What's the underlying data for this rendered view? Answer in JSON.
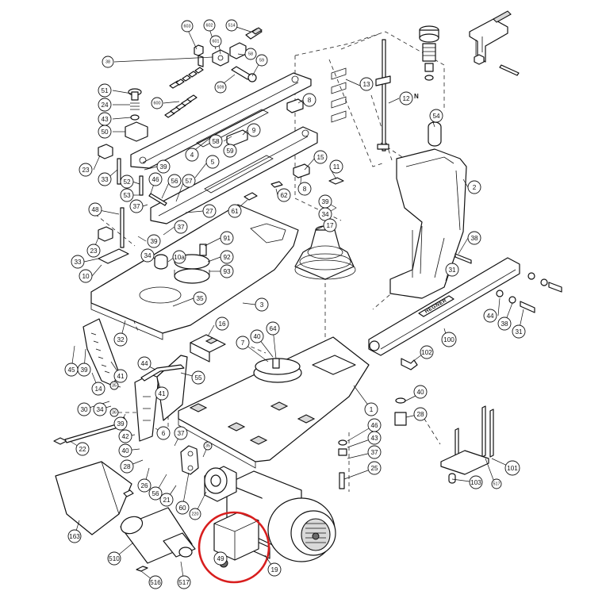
{
  "diagram": {
    "brand_plate": "HEGNER",
    "north_marker": "N",
    "highlighted_part": "49",
    "colors": {
      "line": "#111111",
      "highlight": "#d81e1e",
      "background": "#ffffff"
    },
    "callouts": [
      {
        "id": "c603",
        "label": "603"
      },
      {
        "id": "c602",
        "label": "602"
      },
      {
        "id": "c514",
        "label": "514"
      },
      {
        "id": "c601",
        "label": "601"
      },
      {
        "id": "c58a",
        "label": "58"
      },
      {
        "id": "c59a",
        "label": "59"
      },
      {
        "id": "c38a",
        "label": "38"
      },
      {
        "id": "c509",
        "label": "509"
      },
      {
        "id": "c600",
        "label": "600"
      },
      {
        "id": "c51",
        "label": "51"
      },
      {
        "id": "c24",
        "label": "24"
      },
      {
        "id": "c43a",
        "label": "43"
      },
      {
        "id": "c50",
        "label": "50"
      },
      {
        "id": "c13",
        "label": "13"
      },
      {
        "id": "c12",
        "label": "12"
      },
      {
        "id": "c8a",
        "label": "8"
      },
      {
        "id": "c54",
        "label": "54"
      },
      {
        "id": "c9",
        "label": "9"
      },
      {
        "id": "c4",
        "label": "4"
      },
      {
        "id": "c58b",
        "label": "58"
      },
      {
        "id": "c59b",
        "label": "59"
      },
      {
        "id": "c23a",
        "label": "23"
      },
      {
        "id": "c33a",
        "label": "33"
      },
      {
        "id": "c39a",
        "label": "39"
      },
      {
        "id": "c5",
        "label": "5"
      },
      {
        "id": "c15",
        "label": "15"
      },
      {
        "id": "c11",
        "label": "11"
      },
      {
        "id": "c52",
        "label": "52"
      },
      {
        "id": "c46a",
        "label": "46"
      },
      {
        "id": "c56a",
        "label": "56"
      },
      {
        "id": "c57",
        "label": "57"
      },
      {
        "id": "c8b",
        "label": "8"
      },
      {
        "id": "c62",
        "label": "62"
      },
      {
        "id": "c2",
        "label": "2"
      },
      {
        "id": "c53",
        "label": "53"
      },
      {
        "id": "c48",
        "label": "48"
      },
      {
        "id": "c37a",
        "label": "37"
      },
      {
        "id": "c27",
        "label": "27"
      },
      {
        "id": "c61",
        "label": "61"
      },
      {
        "id": "c39b",
        "label": "39"
      },
      {
        "id": "c34a",
        "label": "34"
      },
      {
        "id": "c17",
        "label": "17"
      },
      {
        "id": "c37b",
        "label": "37"
      },
      {
        "id": "c23b",
        "label": "23"
      },
      {
        "id": "c39c",
        "label": "39"
      },
      {
        "id": "c91",
        "label": "91"
      },
      {
        "id": "c38b",
        "label": "38"
      },
      {
        "id": "c33b",
        "label": "33"
      },
      {
        "id": "c34b",
        "label": "34"
      },
      {
        "id": "c10a",
        "label": "10a"
      },
      {
        "id": "c92",
        "label": "92"
      },
      {
        "id": "c31a",
        "label": "31"
      },
      {
        "id": "c10",
        "label": "10"
      },
      {
        "id": "c93",
        "label": "93"
      },
      {
        "id": "c35a",
        "label": "35"
      },
      {
        "id": "c3",
        "label": "3"
      },
      {
        "id": "c44a",
        "label": "44"
      },
      {
        "id": "c38c",
        "label": "38"
      },
      {
        "id": "c31b",
        "label": "31"
      },
      {
        "id": "c32",
        "label": "32"
      },
      {
        "id": "c16",
        "label": "16"
      },
      {
        "id": "c64",
        "label": "64"
      },
      {
        "id": "c100",
        "label": "100"
      },
      {
        "id": "c7",
        "label": "7"
      },
      {
        "id": "c40a",
        "label": "40"
      },
      {
        "id": "c45",
        "label": "45"
      },
      {
        "id": "c39d",
        "label": "39"
      },
      {
        "id": "c44b",
        "label": "44"
      },
      {
        "id": "c102",
        "label": "102"
      },
      {
        "id": "c41a",
        "label": "41"
      },
      {
        "id": "c55",
        "label": "55"
      },
      {
        "id": "c14",
        "label": "14"
      },
      {
        "id": "c41b",
        "label": "41"
      },
      {
        "id": "c40b",
        "label": "40"
      },
      {
        "id": "c35b",
        "label": "35"
      },
      {
        "id": "c30",
        "label": "30"
      },
      {
        "id": "c34c",
        "label": "34"
      },
      {
        "id": "c1",
        "label": "1"
      },
      {
        "id": "c28a",
        "label": "28"
      },
      {
        "id": "c36",
        "label": "36"
      },
      {
        "id": "c39e",
        "label": "39"
      },
      {
        "id": "c42",
        "label": "42"
      },
      {
        "id": "c6",
        "label": "6"
      },
      {
        "id": "c37c",
        "label": "37"
      },
      {
        "id": "c46b",
        "label": "46"
      },
      {
        "id": "c43b",
        "label": "43"
      },
      {
        "id": "c22",
        "label": "22"
      },
      {
        "id": "c40c",
        "label": "40"
      },
      {
        "id": "c35c",
        "label": "35"
      },
      {
        "id": "c37d",
        "label": "37"
      },
      {
        "id": "c28b",
        "label": "28"
      },
      {
        "id": "c25",
        "label": "25"
      },
      {
        "id": "c101",
        "label": "101"
      },
      {
        "id": "c26",
        "label": "26"
      },
      {
        "id": "c56b",
        "label": "56"
      },
      {
        "id": "c21",
        "label": "21"
      },
      {
        "id": "c103",
        "label": "103"
      },
      {
        "id": "c517a",
        "label": "517"
      },
      {
        "id": "c60",
        "label": "60"
      },
      {
        "id": "c220",
        "label": "220"
      },
      {
        "id": "c163",
        "label": "163"
      },
      {
        "id": "c510",
        "label": "510"
      },
      {
        "id": "c49",
        "label": "49"
      },
      {
        "id": "c19",
        "label": "19"
      },
      {
        "id": "c516",
        "label": "516"
      },
      {
        "id": "c517b",
        "label": "517"
      }
    ]
  }
}
